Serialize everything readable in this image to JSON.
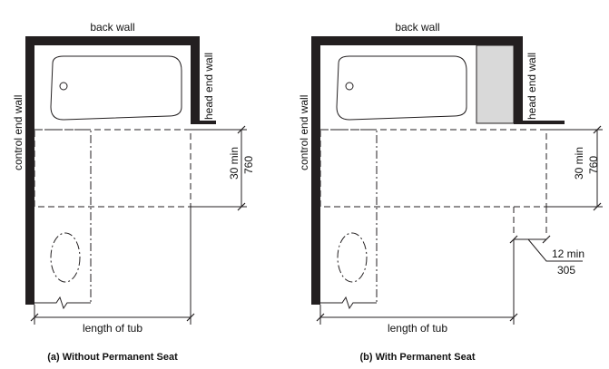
{
  "colors": {
    "wall": "#231f20",
    "seat": "#d9d9d9",
    "background": "#ffffff"
  },
  "panel_a": {
    "back_wall": "back wall",
    "control_end_wall": "control end wall",
    "head_end_wall": "head end wall",
    "clearance_in": "30 min",
    "clearance_mm": "760",
    "length_label": "length of tub",
    "caption": "(a) Without Permanent Seat"
  },
  "panel_b": {
    "back_wall": "back wall",
    "control_end_wall": "control end wall",
    "head_end_wall": "head end wall",
    "clearance_in": "30 min",
    "clearance_mm": "760",
    "extension_in": "12 min",
    "extension_mm": "305",
    "length_label": "length of tub",
    "caption": "(b) With Permanent Seat"
  }
}
